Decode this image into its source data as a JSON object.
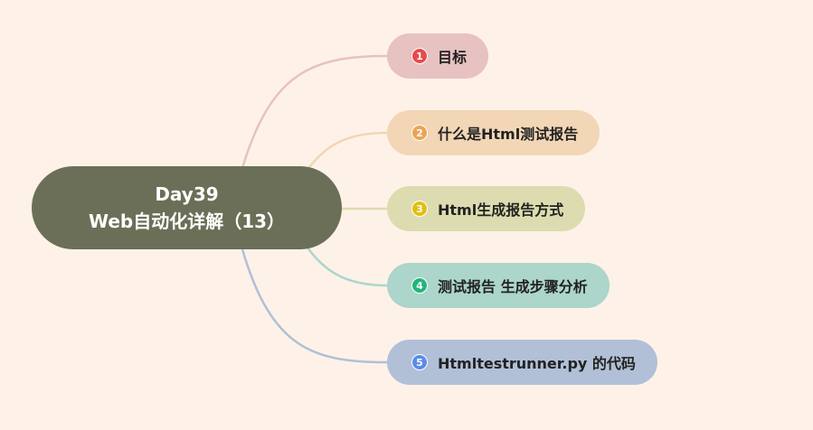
{
  "root": {
    "line1": "Day39",
    "line2": "Web自动化详解（13）",
    "color": "#6b6f57"
  },
  "branches": [
    {
      "number": "1",
      "label": "目标",
      "fill": "#e8c1c1",
      "badge": "#e84a4a",
      "line": "#e6c2c0"
    },
    {
      "number": "2",
      "label": "什么是Html测试报告",
      "fill": "#f2d6b5",
      "badge": "#eba553",
      "line": "#f0d7b3"
    },
    {
      "number": "3",
      "label": "Html生成报告方式",
      "fill": "#dcdcb0",
      "badge": "#e2be13",
      "line": "#dedcaf"
    },
    {
      "number": "4",
      "label": "测试报告 生成步骤分析",
      "fill": "#acd5cb",
      "badge": "#23b57a",
      "line": "#acd6cc"
    },
    {
      "number": "5",
      "label": "Htmltestrunner.py  的代码",
      "fill": "#b1c0d6",
      "badge": "#5a8ce8",
      "line": "#b1bfd6"
    }
  ]
}
